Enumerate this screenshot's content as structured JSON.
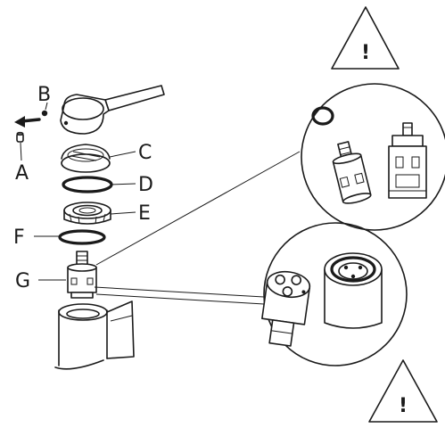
{
  "labels": {
    "a": "A",
    "b": "B",
    "c": "C",
    "d": "D",
    "e": "E",
    "f": "F",
    "g": "G"
  },
  "warnings": {
    "top": "!",
    "bottom": "!"
  },
  "icons": {
    "arrow": "removal-arrow",
    "warning": "warning-triangle"
  },
  "colors": {
    "ink": "#1a1a1a",
    "paper": "#ffffff"
  }
}
